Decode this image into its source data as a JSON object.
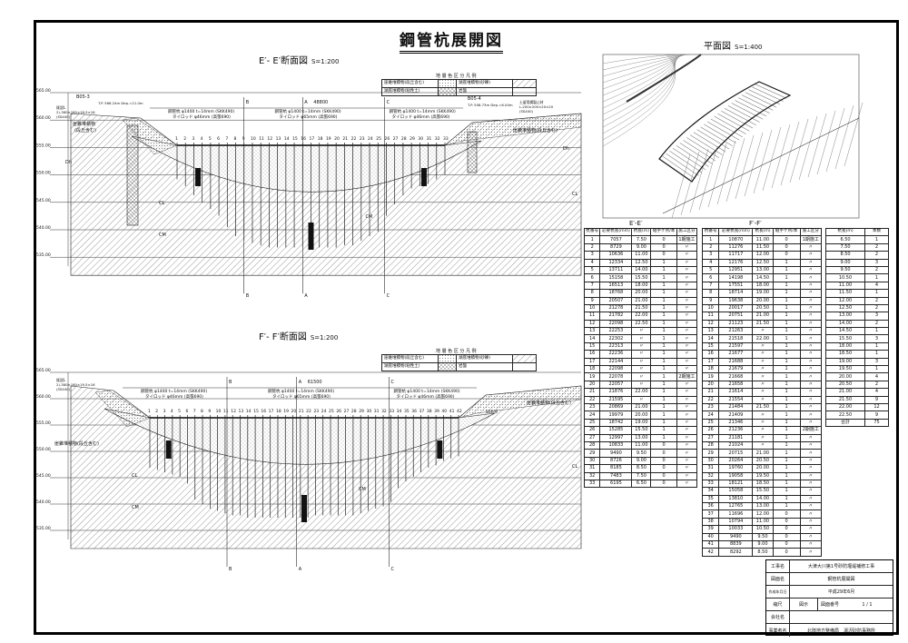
{
  "title": "鋼管杭展開図",
  "plan": {
    "title": "平面図",
    "scale": "S=1:400"
  },
  "legend": {
    "title": "地 層 色 区 分 凡 例",
    "items": [
      "崖錐堆積物(段丘含む)",
      "湖底堆積物(砂礫)",
      "湖底堆積物(粘性土)",
      "岩盤"
    ]
  },
  "sections": [
    {
      "title": "E′- E′断面図",
      "scale": "S=1:200",
      "elevations": [
        "565.00",
        "560.00",
        "555.00",
        "550.00",
        "545.00",
        "540.00",
        "535.00"
      ],
      "span": "48800",
      "markers": [
        "B",
        "A",
        "C"
      ],
      "pile_left": "鋼管杭 φ1400 t=14mm (SKK490)",
      "rod_left": "タイロッド φ46mm (高張690)",
      "pile_mid": "鋼管杭 φ1400 t=14mm (SKK490)",
      "rod_mid": "タイロッド φ65mm (高張690)",
      "pile_right": "鋼管杭 φ1400 t=14mm (SKK490)",
      "rod_right": "タイロッド φ46mm (高張690)",
      "existing": "既設L",
      "existing_spec": "2)-380×180×16.5×16",
      "existing_mat": "(SS400)",
      "bore_left": "B05-3",
      "bore_left_info": "T.P. 566.24m Dep.=21.0m",
      "bore_right": "B05-4",
      "bore_right_info": "T.P. 558.73m Dep.=6.00m",
      "retain": "土留用鋼製止材",
      "retain_spec": "L-200×200×20×20",
      "retain_mat": "(SS400)",
      "soil_top": "崖錐堆積物",
      "soil_top2": "(段丘含む)",
      "soil_right": "崖錐堆積物(段丘含む)",
      "dh": "Dh",
      "cl": "CL",
      "cm": "CM"
    },
    {
      "title": "F′- F′断面図",
      "scale": "S=1:200",
      "elevations": [
        "565.00",
        "560.00",
        "555.00",
        "550.00",
        "545.00",
        "540.00",
        "535.00"
      ],
      "span": "61500",
      "markers": [
        "B",
        "A",
        "C"
      ],
      "pile_left": "鋼管杭 φ1400 t=14mm (SKK490)",
      "rod_left": "タイロッド φ46mm (高張690)",
      "pile_mid": "鋼管杭 φ1400 t=14mm (SKK490)",
      "rod_mid": "タイロッド φ65mm (高張690)",
      "pile_right": "鋼管杭 φ1400 t=14mm (SKK490)",
      "rod_right": "タイロッド φ46mm (高張690)",
      "existing": "既設L",
      "existing_spec": "2)-380×180×19.5×16",
      "existing_mat": "(SS400)",
      "elev_right": "556.8",
      "soil_left": "崖錐堆積物(段丘含む)",
      "soil_right": "崖錐堆積物(段丘含む)",
      "cl": "CL",
      "cm": "CM"
    }
  ],
  "table_headers": [
    "杭番号",
    "必要杭長(mm)",
    "杭長(m)",
    "継手ケ所/本",
    "施工区分"
  ],
  "table_e": {
    "caption": "E′-E′",
    "rows": [
      [
        "1",
        "7057",
        "7.50",
        "0",
        "1期施工"
      ],
      [
        "2",
        "8729",
        "9.00",
        "0",
        "〃"
      ],
      [
        "3",
        "10636",
        "11.00",
        "0",
        "〃"
      ],
      [
        "4",
        "12334",
        "12.50",
        "1",
        "〃"
      ],
      [
        "5",
        "13711",
        "14.00",
        "1",
        "〃"
      ],
      [
        "6",
        "15158",
        "15.50",
        "1",
        "〃"
      ],
      [
        "7",
        "16513",
        "18.00",
        "1",
        "〃"
      ],
      [
        "8",
        "18768",
        "20.00",
        "1",
        "〃"
      ],
      [
        "9",
        "20507",
        "21.00",
        "1",
        "〃"
      ],
      [
        "10",
        "21278",
        "21.50",
        "1",
        "〃"
      ],
      [
        "11",
        "21782",
        "22.00",
        "1",
        "〃"
      ],
      [
        "12",
        "22098",
        "22.50",
        "1",
        "〃"
      ],
      [
        "13",
        "22253",
        "〃",
        "1",
        "〃"
      ],
      [
        "14",
        "22302",
        "〃",
        "1",
        "〃"
      ],
      [
        "15",
        "22313",
        "〃",
        "1",
        "〃"
      ],
      [
        "16",
        "22236",
        "〃",
        "1",
        "〃"
      ],
      [
        "17",
        "22144",
        "〃",
        "1",
        "〃"
      ],
      [
        "18",
        "22098",
        "〃",
        "1",
        "〃"
      ],
      [
        "19",
        "22078",
        "〃",
        "1",
        "2期施工"
      ],
      [
        "20",
        "22057",
        "〃",
        "1",
        "〃"
      ],
      [
        "21",
        "21876",
        "22.00",
        "1",
        "〃"
      ],
      [
        "22",
        "21595",
        "〃",
        "1",
        "〃"
      ],
      [
        "23",
        "20869",
        "21.00",
        "1",
        "〃"
      ],
      [
        "24",
        "19979",
        "20.00",
        "1",
        "〃"
      ],
      [
        "25",
        "18742",
        "19.00",
        "1",
        "〃"
      ],
      [
        "26",
        "15285",
        "15.50",
        "1",
        "〃"
      ],
      [
        "27",
        "12997",
        "13.00",
        "1",
        "〃"
      ],
      [
        "28",
        "10833",
        "11.00",
        "0",
        "〃"
      ],
      [
        "29",
        "9490",
        "9.50",
        "0",
        "〃"
      ],
      [
        "30",
        "8726",
        "9.00",
        "0",
        "〃"
      ],
      [
        "31",
        "8185",
        "8.50",
        "0",
        "〃"
      ],
      [
        "32",
        "7483",
        "7.50",
        "0",
        "〃"
      ],
      [
        "33",
        "6195",
        "6.50",
        "0",
        "〃"
      ]
    ]
  },
  "table_f": {
    "caption": "F′-F′",
    "rows": [
      [
        "1",
        "10870",
        "11.00",
        "0",
        "1期施工"
      ],
      [
        "2",
        "11276",
        "11.50",
        "0",
        "〃"
      ],
      [
        "3",
        "11717",
        "12.00",
        "0",
        "〃"
      ],
      [
        "4",
        "12176",
        "12.50",
        "1",
        "〃"
      ],
      [
        "5",
        "12951",
        "13.00",
        "1",
        "〃"
      ],
      [
        "6",
        "14198",
        "14.50",
        "1",
        "〃"
      ],
      [
        "7",
        "17551",
        "18.00",
        "1",
        "〃"
      ],
      [
        "8",
        "18714",
        "19.00",
        "1",
        "〃"
      ],
      [
        "9",
        "19638",
        "20.00",
        "1",
        "〃"
      ],
      [
        "10",
        "20017",
        "20.50",
        "1",
        "〃"
      ],
      [
        "11",
        "20751",
        "21.00",
        "1",
        "〃"
      ],
      [
        "12",
        "21123",
        "21.50",
        "1",
        "〃"
      ],
      [
        "13",
        "21263",
        "〃",
        "1",
        "〃"
      ],
      [
        "14",
        "21518",
        "22.00",
        "1",
        "〃"
      ],
      [
        "15",
        "21597",
        "〃",
        "1",
        "〃"
      ],
      [
        "16",
        "21677",
        "〃",
        "1",
        "〃"
      ],
      [
        "17",
        "21688",
        "〃",
        "1",
        "〃"
      ],
      [
        "18",
        "21679",
        "〃",
        "1",
        "〃"
      ],
      [
        "19",
        "21668",
        "〃",
        "1",
        "〃"
      ],
      [
        "20",
        "21658",
        "〃",
        "1",
        "〃"
      ],
      [
        "21",
        "21614",
        "〃",
        "1",
        "〃"
      ],
      [
        "22",
        "21554",
        "〃",
        "1",
        "〃"
      ],
      [
        "23",
        "21484",
        "21.50",
        "1",
        "〃"
      ],
      [
        "24",
        "21409",
        "〃",
        "1",
        "〃"
      ],
      [
        "25",
        "21346",
        "〃",
        "1",
        "〃"
      ],
      [
        "26",
        "21236",
        "〃",
        "1",
        "2期施工"
      ],
      [
        "27",
        "21181",
        "〃",
        "1",
        "〃"
      ],
      [
        "28",
        "21024",
        "〃",
        "1",
        "〃"
      ],
      [
        "29",
        "20715",
        "21.00",
        "1",
        "〃"
      ],
      [
        "30",
        "20264",
        "20.50",
        "1",
        "〃"
      ],
      [
        "31",
        "19760",
        "20.00",
        "1",
        "〃"
      ],
      [
        "32",
        "19058",
        "19.50",
        "1",
        "〃"
      ],
      [
        "33",
        "18121",
        "18.50",
        "1",
        "〃"
      ],
      [
        "34",
        "15058",
        "15.50",
        "1",
        "〃"
      ],
      [
        "35",
        "13810",
        "14.00",
        "1",
        "〃"
      ],
      [
        "36",
        "12765",
        "13.00",
        "1",
        "〃"
      ],
      [
        "37",
        "11696",
        "12.00",
        "0",
        "〃"
      ],
      [
        "38",
        "10794",
        "11.00",
        "0",
        "〃"
      ],
      [
        "39",
        "10033",
        "10.50",
        "0",
        "〃"
      ],
      [
        "40",
        "9490",
        "9.50",
        "0",
        "〃"
      ],
      [
        "41",
        "8839",
        "9.00",
        "0",
        "〃"
      ],
      [
        "42",
        "8292",
        "8.50",
        "0",
        "〃"
      ]
    ]
  },
  "summary": {
    "headers": [
      "杭長(m)",
      "本数"
    ],
    "rows": [
      [
        "6.50",
        "1"
      ],
      [
        "7.50",
        "2"
      ],
      [
        "8.50",
        "2"
      ],
      [
        "9.00",
        "3"
      ],
      [
        "9.50",
        "2"
      ],
      [
        "10.50",
        "1"
      ],
      [
        "11.00",
        "4"
      ],
      [
        "11.50",
        "1"
      ],
      [
        "12.00",
        "2"
      ],
      [
        "12.50",
        "2"
      ],
      [
        "13.00",
        "3"
      ],
      [
        "14.00",
        "2"
      ],
      [
        "14.50",
        "1"
      ],
      [
        "15.50",
        "3"
      ],
      [
        "18.00",
        "1"
      ],
      [
        "18.50",
        "1"
      ],
      [
        "19.00",
        "3"
      ],
      [
        "19.50",
        "1"
      ],
      [
        "20.00",
        "4"
      ],
      [
        "20.50",
        "2"
      ],
      [
        "21.00",
        "4"
      ],
      [
        "21.50",
        "9"
      ],
      [
        "22.00",
        "12"
      ],
      [
        "22.50",
        "9"
      ]
    ],
    "total_label": "合計",
    "total": "75"
  },
  "title_block": {
    "project_label": "工事名",
    "project": "大津大川第1号砂防堰堤補修工事",
    "drawing_label": "図面名",
    "drawing": "鋼管杭展開図",
    "date_label": "作成年月日",
    "date": "平成29年6月",
    "scale_label": "縮尺",
    "scale": "図示",
    "number_label": "図面番号",
    "number": "1 / 1",
    "company_label": "会社名",
    "company": "",
    "owner_label": "事業者名",
    "owner": "北陸地方整備局　湯沢砂防事務所"
  }
}
